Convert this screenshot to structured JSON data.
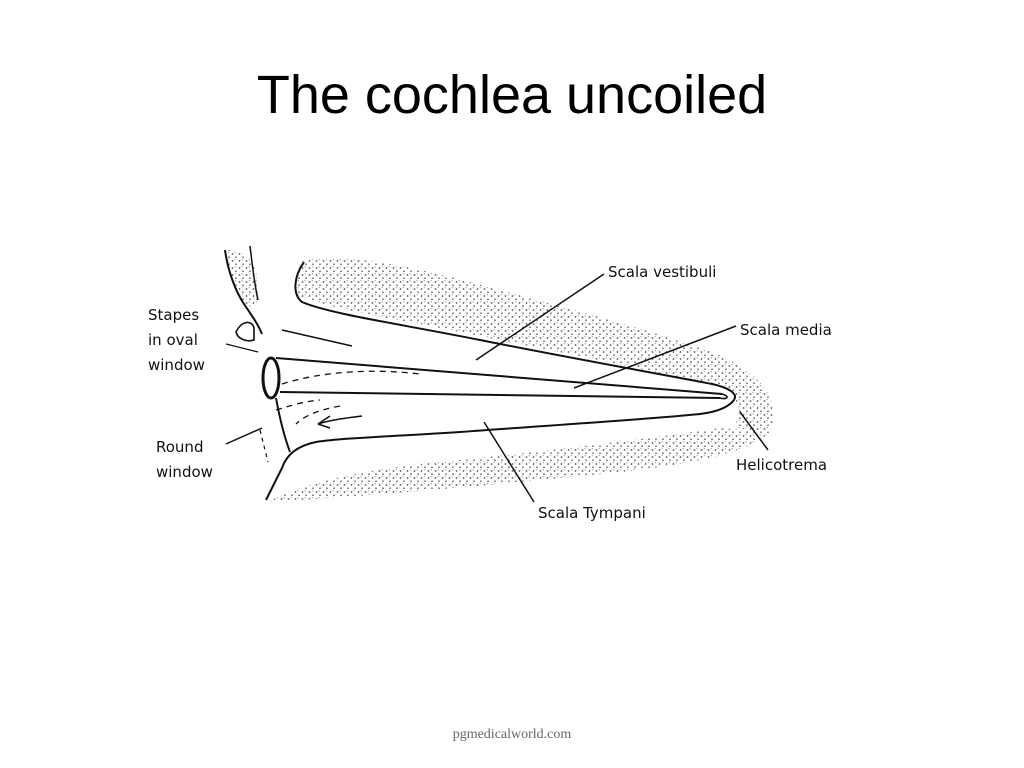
{
  "slide": {
    "title": "The cochlea uncoiled",
    "footer": "pgmedicalworld.com"
  },
  "diagram": {
    "labels": {
      "stapes_line1": "Stapes",
      "stapes_line2": "in oval",
      "stapes_line3": "window",
      "round_line1": "Round",
      "round_line2": "window",
      "scala_vestibuli": "Scala  vestibuli",
      "scala_media": "Scala  media",
      "helicotrema": "Helicotrema",
      "scala_tympani": "Scala  Tympani"
    },
    "colors": {
      "ink": "#111111",
      "stipple": "#555555"
    }
  }
}
